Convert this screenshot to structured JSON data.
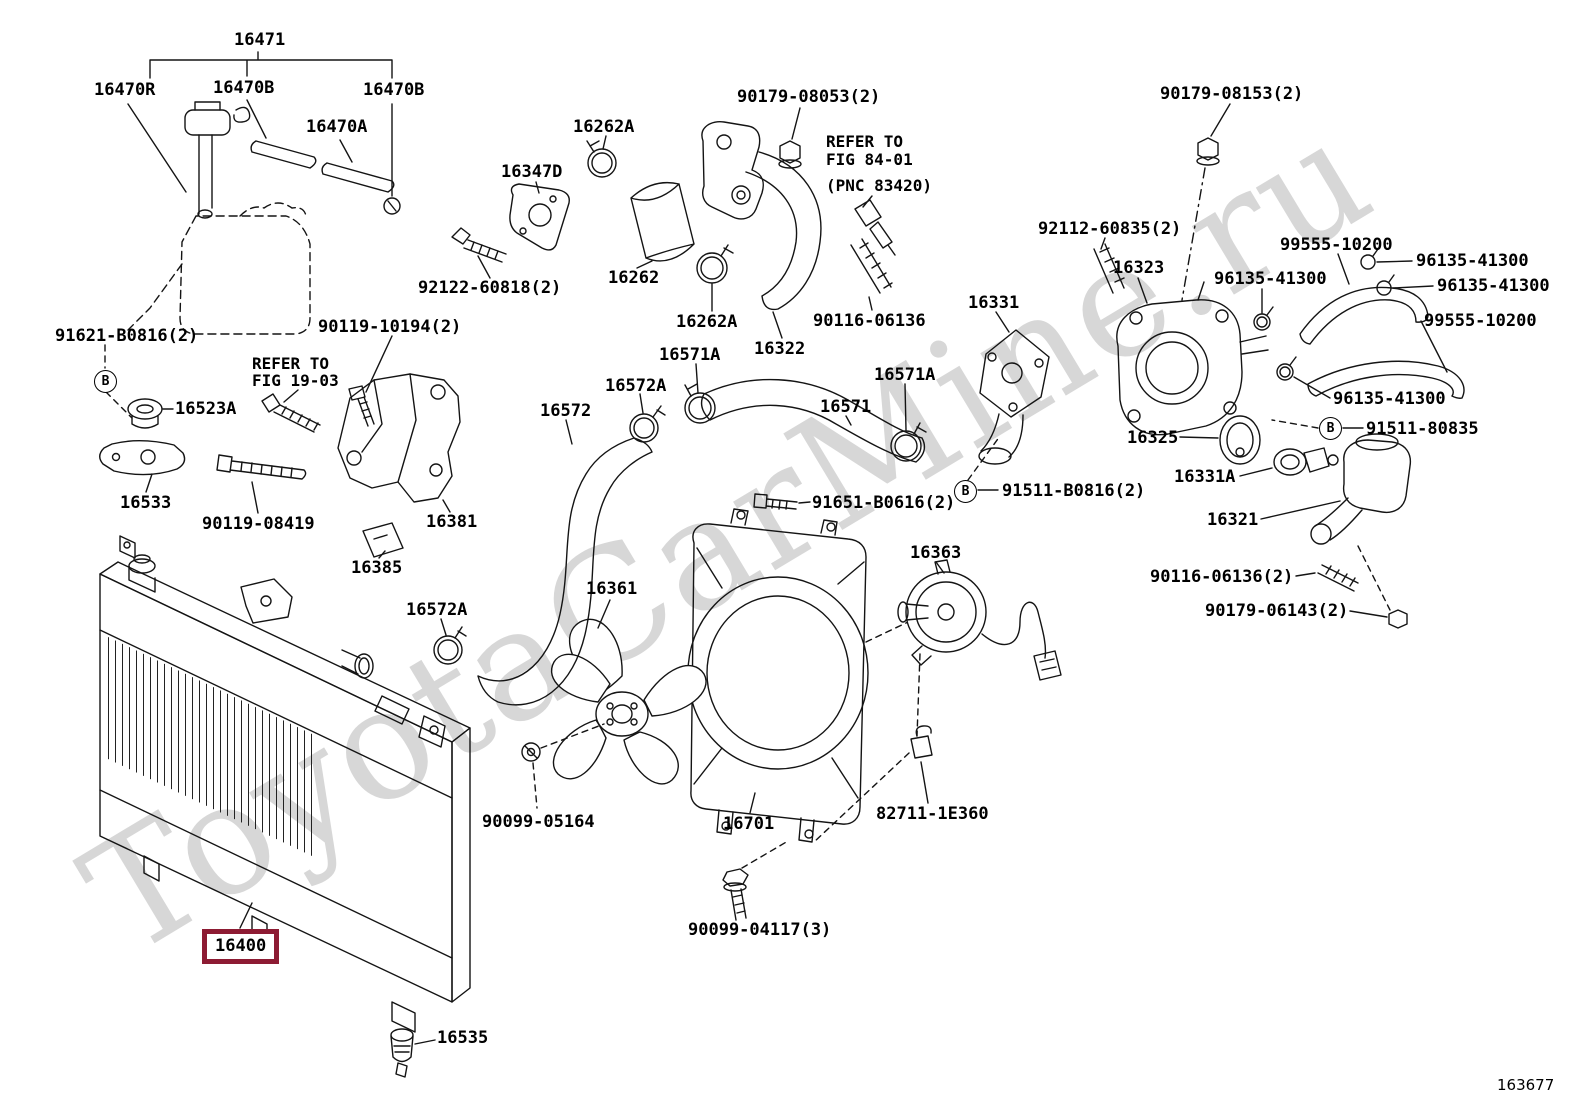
{
  "figure": {
    "code": "163677",
    "watermark": "ToyotaCarMine.ru",
    "highlighted_part": "16400",
    "highlight_color": "#8d1b33"
  },
  "markers": {
    "b_label": "B"
  },
  "labels": [
    "16471",
    "16470R",
    "16470B",
    "16470B",
    "16470A",
    "16262A",
    "16347D",
    "90179-08053(2)",
    "REFER TO",
    "FIG 84-01",
    "(PNC 83420)",
    "90179-08153(2)",
    "92112-60835(2)",
    "16323",
    "99555-10200",
    "96135-41300",
    "96135-41300",
    "96135-41300",
    "99555-10200",
    "92122-60818(2)",
    "16262",
    "16262A",
    "16322",
    "90116-06136",
    "16331",
    "91621-B0816(2)",
    "90119-10194(2)",
    "REFER TO",
    "FIG 19-03",
    "16571A",
    "16572A",
    "16571A",
    "96135-41300",
    "91511-80835",
    "16523A",
    "16572",
    "16571",
    "16325",
    "16331A",
    "16533",
    "90119-08419",
    "16381",
    "16385",
    "91651-B0616(2)",
    "91511-B0816(2)",
    "16321",
    "90116-06136(2)",
    "90179-06143(2)",
    "16572A",
    "16361",
    "16363",
    "90099-05164",
    "16701",
    "82711-1E360",
    "90099-04117(3)",
    "16400",
    "16535"
  ]
}
